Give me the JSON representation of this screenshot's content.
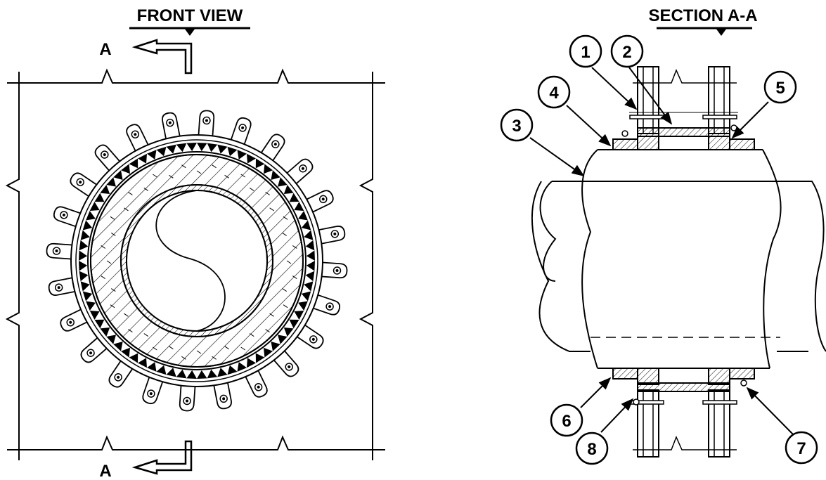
{
  "front_view": {
    "title": "FRONT VIEW",
    "section_marker_top": "A",
    "section_marker_bottom": "A"
  },
  "section_view": {
    "title": "SECTION A-A"
  },
  "callouts": [
    {
      "id": "callout-1",
      "label": "1"
    },
    {
      "id": "callout-2",
      "label": "2"
    },
    {
      "id": "callout-3",
      "label": "3"
    },
    {
      "id": "callout-4",
      "label": "4"
    },
    {
      "id": "callout-5",
      "label": "5"
    },
    {
      "id": "callout-6",
      "label": "6"
    },
    {
      "id": "callout-7",
      "label": "7"
    },
    {
      "id": "callout-8",
      "label": "8"
    }
  ],
  "colors": {
    "line": "#000000",
    "background": "#ffffff"
  }
}
